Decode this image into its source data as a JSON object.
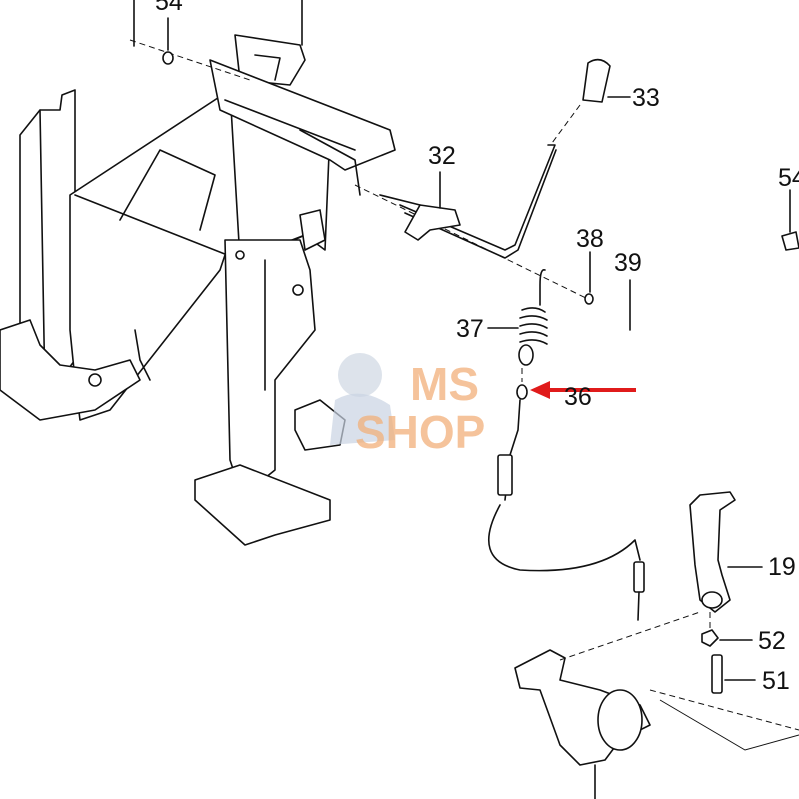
{
  "diagram": {
    "callouts": {
      "c54_top": "54",
      "c33": "33",
      "c32": "32",
      "c54_right": "54",
      "c38": "38",
      "c39": "39",
      "c37": "37",
      "c36": "36",
      "c19": "19",
      "c52": "52",
      "c51": "51"
    },
    "highlighted_part": "36",
    "arrow_color": "#e01b1b"
  },
  "watermark": {
    "line1": "MS",
    "line2": "SHOP",
    "color": "#f2b07a"
  }
}
